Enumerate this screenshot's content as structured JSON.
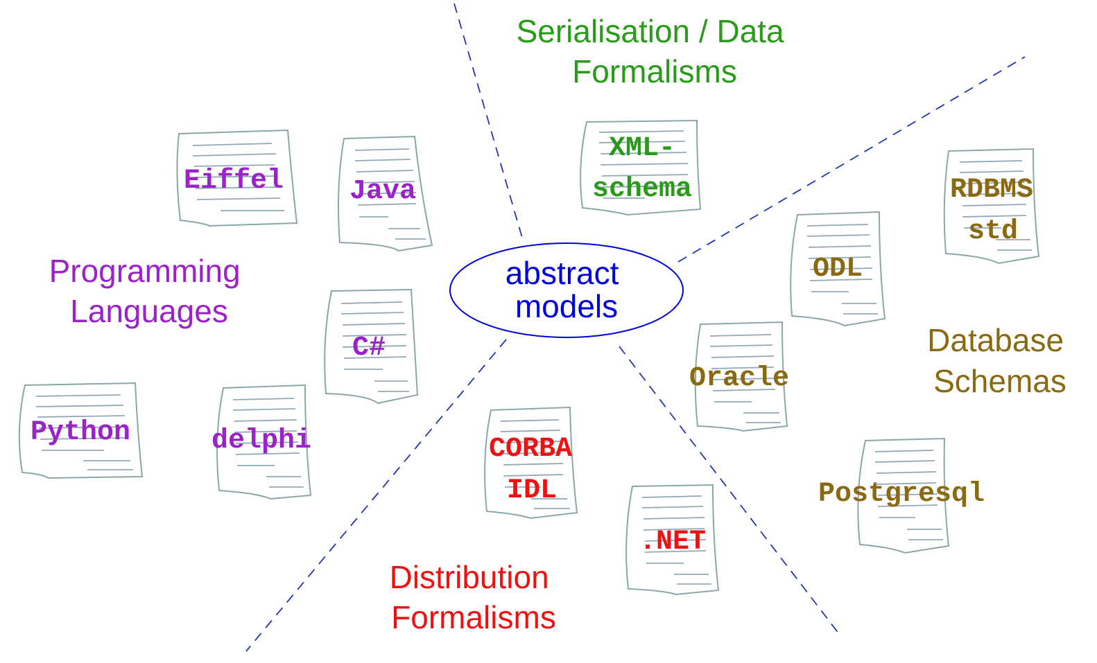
{
  "center": {
    "line1": "abstract",
    "line2": "models",
    "color": "#0000dd"
  },
  "categories": [
    {
      "id": "serialisation",
      "lines": [
        "Serialisation / Data",
        "Formalisms"
      ],
      "color": "#2a9a1a"
    },
    {
      "id": "programming",
      "lines": [
        "Programming",
        "Languages"
      ],
      "color": "#9a22c8"
    },
    {
      "id": "database",
      "lines": [
        "Database",
        "Schemas"
      ],
      "color": "#8a6a10"
    },
    {
      "id": "distribution",
      "lines": [
        "Distribution",
        "Formalisms"
      ],
      "color": "#ee1111"
    }
  ],
  "documents": [
    {
      "id": "eiffel",
      "lines": [
        "Eiffel"
      ],
      "category": "programming"
    },
    {
      "id": "java",
      "lines": [
        "Java"
      ],
      "category": "programming"
    },
    {
      "id": "csharp",
      "lines": [
        "C#"
      ],
      "category": "programming"
    },
    {
      "id": "python",
      "lines": [
        "Python"
      ],
      "category": "programming"
    },
    {
      "id": "delphi",
      "lines": [
        "delphi"
      ],
      "category": "programming"
    },
    {
      "id": "xml-schema",
      "lines": [
        "XML-",
        "schema"
      ],
      "category": "serialisation"
    },
    {
      "id": "rdbms",
      "lines": [
        "RDBMS",
        "std"
      ],
      "category": "database"
    },
    {
      "id": "odl",
      "lines": [
        "ODL"
      ],
      "category": "database"
    },
    {
      "id": "oracle",
      "lines": [
        "Oracle"
      ],
      "category": "database"
    },
    {
      "id": "postgresql",
      "lines": [
        "Postgresql"
      ],
      "category": "database"
    },
    {
      "id": "corba",
      "lines": [
        "CORBA",
        "IDL"
      ],
      "category": "distribution"
    },
    {
      "id": "dotnet",
      "lines": [
        ".NET"
      ],
      "category": "distribution"
    }
  ],
  "colors": {
    "divider": "#2233bb",
    "document_outline": "#8aa6a6",
    "document_lines": "#8fa8b8"
  }
}
